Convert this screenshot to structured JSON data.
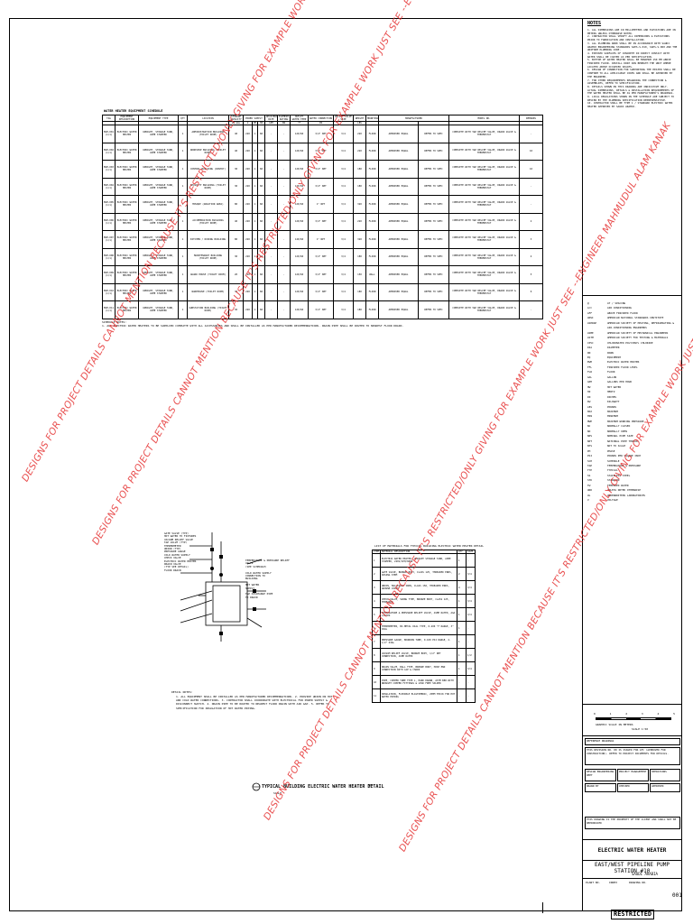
{
  "schedule": {
    "title": "WATER HEATER EQUIPMENT SCHEDULE",
    "headers": [
      "TAG",
      "EQUIPMENT DESCRIPTION",
      "EQUIPMENT TYPE",
      "QTY",
      "LOCATION",
      "STORAGE CAPACITY",
      "POWER SUPPLY",
      "RECOVERY RATE",
      "ELEMENT RATING",
      "OUTLET WATER TEMP",
      "WATER CONNECTION",
      "RELIEF VALVE SIZE",
      "WEIGHT",
      "MOUNTING",
      "MANUFACTURER",
      "MODEL NO.",
      "REMARKS",
      "REF. DRAWING"
    ],
    "subheaders": [
      "US GAL",
      "V",
      "PH",
      "HZ",
      "GPH",
      "KW",
      "°F",
      "IN",
      "LBS"
    ],
    "rows": [
      {
        "tag": "EWH-001 (1/1)",
        "desc": "ELECTRIC WATER HEATER",
        "type": "UPRIGHT, STORAGE TANK, ASME STAMPED",
        "qty": "1",
        "loc": "ADMINISTRATION BUILDING (TOILET ROOM)",
        "cap": "40",
        "v": "220",
        "ph": "1",
        "hz": "60",
        "rate": "-",
        "kw": "-",
        "temp": "120/60",
        "conn": "3/4\" NPT",
        "relief": "3/4",
        "wt": "220",
        "mount": "FLOOR",
        "mfr": "APPROVED EQUAL",
        "model": "REFER TO SPEC",
        "remarks": "COMPLETE WITH T&P RELIEF VALVE, DRAIN VALVE & THERMOSTAT",
        "ref": "-"
      },
      {
        "tag": "EWH-002 (1/1)",
        "desc": "ELECTRIC WATER HEATER",
        "type": "UPRIGHT, STORAGE TANK, ASME STAMPED",
        "qty": "1",
        "loc": "WORKSHOP BUILDING (TOILET ROOM)",
        "cap": "40",
        "v": "220",
        "ph": "1",
        "hz": "60",
        "rate": "-",
        "kw": "-",
        "temp": "120/60",
        "conn": "3/4\" NPT",
        "relief": "3/4",
        "wt": "220",
        "mount": "FLOOR",
        "mfr": "APPROVED EQUAL",
        "model": "REFER TO SPEC",
        "remarks": "COMPLETE WITH T&P RELIEF VALVE, DRAIN VALVE & THERMOSTAT",
        "ref": "10"
      },
      {
        "tag": "EWH-003 (1/1)",
        "desc": "ELECTRIC WATER HEATER",
        "type": "UPRIGHT, STORAGE TANK, ASME STAMPED",
        "qty": "1",
        "loc": "CONTROL BUILDING (PANTRY)",
        "cap": "30",
        "v": "220",
        "ph": "1",
        "hz": "60",
        "rate": "-",
        "kw": "-",
        "temp": "120/60",
        "conn": "3/4\" NPT",
        "relief": "3/4",
        "wt": "180",
        "mount": "FLOOR",
        "mfr": "APPROVED EQUAL",
        "model": "REFER TO SPEC",
        "remarks": "COMPLETE WITH T&P RELIEF VALVE, DRAIN VALVE & THERMOSTAT",
        "ref": "10"
      },
      {
        "tag": "EWH-004 (1/1)",
        "desc": "ELECTRIC WATER HEATER",
        "type": "UPRIGHT, STORAGE TANK, ASME STAMPED",
        "qty": "1",
        "loc": "SECURITY BUILDING (TOILET ROOM)",
        "cap": "30",
        "v": "220",
        "ph": "1",
        "hz": "60",
        "rate": "-",
        "kw": "-",
        "temp": "120/60",
        "conn": "3/4\" NPT",
        "relief": "3/4",
        "wt": "180",
        "mount": "FLOOR",
        "mfr": "APPROVED EQUAL",
        "model": "REFER TO SPEC",
        "remarks": "COMPLETE WITH T&P RELIEF VALVE, DRAIN VALVE & THERMOSTAT",
        "ref": "-"
      },
      {
        "tag": "EWH-005 (1/1)",
        "desc": "ELECTRIC WATER HEATER",
        "type": "UPRIGHT, STORAGE TANK, ASME STAMPED",
        "qty": "1",
        "loc": "MOSQUE (ABLUTION AREA)",
        "cap": "80",
        "v": "220",
        "ph": "1",
        "hz": "60",
        "rate": "-",
        "kw": "-",
        "temp": "120/60",
        "conn": "1\" NPT",
        "relief": "3/4",
        "wt": "320",
        "mount": "FLOOR",
        "mfr": "APPROVED EQUAL",
        "model": "REFER TO SPEC",
        "remarks": "COMPLETE WITH T&P RELIEF VALVE, DRAIN VALVE & THERMOSTAT",
        "ref": "-"
      },
      {
        "tag": "EWH-006 (1/1)",
        "desc": "ELECTRIC WATER HEATER",
        "type": "UPRIGHT, STORAGE TANK, ASME STAMPED",
        "qty": "1",
        "loc": "ACCOMMODATION BUILDING (TOILET ROOM)",
        "cap": "40",
        "v": "220",
        "ph": "1",
        "hz": "60",
        "rate": "-",
        "kw": "-",
        "temp": "120/60",
        "conn": "3/4\" NPT",
        "relief": "3/4",
        "wt": "220",
        "mount": "FLOOR",
        "mfr": "APPROVED EQUAL",
        "model": "REFER TO SPEC",
        "remarks": "COMPLETE WITH T&P RELIEF VALVE, DRAIN VALVE & THERMOSTAT",
        "ref": "2"
      },
      {
        "tag": "EWH-007 (1/1)",
        "desc": "ELECTRIC WATER HEATER",
        "type": "UPRIGHT, STORAGE TANK, ASME STAMPED",
        "qty": "1",
        "loc": "KITCHEN / DINING BUILDING",
        "cap": "80",
        "v": "220",
        "ph": "1",
        "hz": "60",
        "rate": "-",
        "kw": "-",
        "temp": "140/60",
        "conn": "1\" NPT",
        "relief": "3/4",
        "wt": "320",
        "mount": "FLOOR",
        "mfr": "APPROVED EQUAL",
        "model": "REFER TO SPEC",
        "remarks": "COMPLETE WITH T&P RELIEF VALVE, DRAIN VALVE & THERMOSTAT",
        "ref": "3"
      },
      {
        "tag": "EWH-008 (1/1)",
        "desc": "ELECTRIC WATER HEATER",
        "type": "UPRIGHT, STORAGE TANK, ASME STAMPED",
        "qty": "1",
        "loc": "MAINTENANCE BUILDING (TOILET ROOM)",
        "cap": "30",
        "v": "220",
        "ph": "1",
        "hz": "60",
        "rate": "-",
        "kw": "-",
        "temp": "120/60",
        "conn": "3/4\" NPT",
        "relief": "3/4",
        "wt": "180",
        "mount": "FLOOR",
        "mfr": "APPROVED EQUAL",
        "model": "REFER TO SPEC",
        "remarks": "COMPLETE WITH T&P RELIEF VALVE, DRAIN VALVE & THERMOSTAT",
        "ref": "4"
      },
      {
        "tag": "EWH-009 (1/1)",
        "desc": "ELECTRIC WATER HEATER",
        "type": "UPRIGHT, STORAGE TANK, ASME STAMPED",
        "qty": "1",
        "loc": "GUARD HOUSE (TOILET ROOM)",
        "cap": "20",
        "v": "220",
        "ph": "1",
        "hz": "60",
        "rate": "-",
        "kw": "-",
        "temp": "120/60",
        "conn": "3/4\" NPT",
        "relief": "3/4",
        "wt": "150",
        "mount": "WALL",
        "mfr": "APPROVED EQUAL",
        "model": "REFER TO SPEC",
        "remarks": "COMPLETE WITH T&P RELIEF VALVE, DRAIN VALVE & THERMOSTAT",
        "ref": "5"
      },
      {
        "tag": "EWH-010 (1/1)",
        "desc": "ELECTRIC WATER HEATER",
        "type": "UPRIGHT, STORAGE TANK, ASME STAMPED",
        "qty": "1",
        "loc": "WAREHOUSE (TOILET ROOM)",
        "cap": "30",
        "v": "220",
        "ph": "1",
        "hz": "60",
        "rate": "-",
        "kw": "-",
        "temp": "120/60",
        "conn": "3/4\" NPT",
        "relief": "3/4",
        "wt": "180",
        "mount": "FLOOR",
        "mfr": "APPROVED EQUAL",
        "model": "REFER TO SPEC",
        "remarks": "COMPLETE WITH T&P RELIEF VALVE, DRAIN VALVE & THERMOSTAT",
        "ref": "6"
      },
      {
        "tag": "EWH-011 (1/1)",
        "desc": "ELECTRIC WATER HEATER",
        "type": "UPRIGHT, STORAGE TANK, ASME STAMPED",
        "qty": "1",
        "loc": "SUBSTATION BUILDING (TOILET ROOM)",
        "cap": "30",
        "v": "220",
        "ph": "1",
        "hz": "60",
        "rate": "-",
        "kw": "-",
        "temp": "120/60",
        "conn": "3/4\" NPT",
        "relief": "3/4",
        "wt": "180",
        "mount": "FLOOR",
        "mfr": "APPROVED EQUAL",
        "model": "REFER TO SPEC",
        "remarks": "COMPLETE WITH T&P RELIEF VALVE, DRAIN VALVE & THERMOSTAT",
        "ref": "-"
      }
    ],
    "notes_title": "SCHEDULE NOTES:",
    "notes": "1. ALL ELECTRIC WATER HEATERS TO BE SUPPLIED COMPLETE WITH ALL ACCESSORIES AND SHALL BE INSTALLED AS PER MANUFACTURER RECOMMENDATIONS. DRAIN PIPE SHALL BE ROUTED TO NEAREST FLOOR DRAIN."
  },
  "notes": {
    "title": "NOTES",
    "text": "1. ALL DIMENSIONS ARE IN MILLIMETERS AND ELEVATIONS ARE IN METERS UNLESS OTHERWISE NOTED.\n2. CONTRACTOR SHALL VERIFY ALL DIMENSIONS & ELEVATIONS PRIOR TO FABRICATION AND INSTALLATION.\n3. ALL PLUMBING WORK SHALL BE IN ACCORDANCE WITH SAUDI ARAMCO ENGINEERING STANDARDS SAES-S-010, SAES-S-060 AND THE UNIFORM PLUMBING CODE.\n4. EXPOSED SURFACES OF CONCRETE IN DIRECT CONTACT WITH WATER SHALL BE COATED AS PER SPECIFICATION.\n5. BOTTOM OF WATER HEATER SHALL BE MINIMUM 150 MM ABOVE FINISHED FLOOR. INSTALL DRIP PAN BENEATH THE UNIT WHERE LOCATED ABOVE OCCUPIED SPACES.\n6. DESIGN OF CONNECTION FOR SUPPORTING THE HEATER SHALL BE CONFORM TO ALL APPLICABLE CODES AND SHALL BE APPROVED BY THE ENGINEER.\n7. FOR OTHER REQUIREMENTS REGARDING THE CONNECTION & ASSEMBLIES, REFER TO SPECIFICATION.\n8. DETAILS SHOWN ON THIS DRAWING ARE INDICATIVE ONLY. ACTUAL DIMENSIONS, DETAILS & INSTALLATION REQUIREMENTS OF THE WATER HEATER SHALL BE AS PER MANUFACTURER'S DRAWINGS.\n9. LOCAL REGULATIONS SHOWN IN THE SCHEDULE ARE SUBJECT TO REVIEW BY THE PLUMBING SPECIFICATION REPRESENTATIVE.\n10. CONTRACTOR SHALL BE TYPE 1 / STANDARD ELECTRIC WATER HEATER APPROVED BY SAUDI ARAMCO."
  },
  "abbreviations": [
    [
      "@",
      "AT / SPACING"
    ],
    [
      "A/C",
      "AIR CONDITIONING"
    ],
    [
      "AFF",
      "ABOVE FINISHED FLOOR"
    ],
    [
      "ANSI",
      "AMERICAN NATIONAL STANDARDS INSTITUTE"
    ],
    [
      "ASHRAE",
      "AMERICAN SOCIETY OF HEATING, REFRIGERATING & AIR-CONDITIONING ENGINEERS"
    ],
    [
      "ASME",
      "AMERICAN SOCIETY OF MECHANICAL ENGINEERS"
    ],
    [
      "ASTM",
      "AMERICAN SOCIETY FOR TESTING & MATERIALS"
    ],
    [
      "CPVC",
      "CHLORINATED POLYVINYL CHLORIDE"
    ],
    [
      "DIA",
      "DIAMETER"
    ],
    [
      "DN",
      "DOWN"
    ],
    [
      "EQ",
      "EQUIPMENT"
    ],
    [
      "EWH",
      "ELECTRIC WATER HEATER"
    ],
    [
      "FFL",
      "FINISHED FLOOR LEVEL"
    ],
    [
      "FLR",
      "FLOOR"
    ],
    [
      "GAL",
      "GALLON"
    ],
    [
      "GPH",
      "GALLONS PER HOUR"
    ],
    [
      "HW",
      "HOT WATER"
    ],
    [
      "HZ",
      "HERTZ"
    ],
    [
      "IN",
      "INCHES"
    ],
    [
      "KW",
      "KILOWATT"
    ],
    [
      "LBS",
      "POUNDS"
    ],
    [
      "MAX",
      "MAXIMUM"
    ],
    [
      "MIN",
      "MINIMUM"
    ],
    [
      "MWP",
      "MAXIMUM WORKING PRESSURE"
    ],
    [
      "NC",
      "NORMALLY CLOSED"
    ],
    [
      "NO",
      "NORMALLY OPEN"
    ],
    [
      "NPS",
      "NOMINAL PIPE SIZE"
    ],
    [
      "NPT",
      "NATIONAL PIPE THREAD"
    ],
    [
      "NTS",
      "NOT TO SCALE"
    ],
    [
      "PH",
      "PHASE"
    ],
    [
      "PSI",
      "POUNDS PER SQUARE INCH"
    ],
    [
      "SCH",
      "SCHEDULE"
    ],
    [
      "T&P",
      "TEMPERATURE & PRESSURE"
    ],
    [
      "TYP",
      "TYPICAL"
    ],
    [
      "SS",
      "STAINLESS STEEL"
    ],
    [
      "STD",
      "STANDARD"
    ],
    [
      "TW",
      "TEMPERED WATER"
    ],
    [
      "UNO",
      "UNLESS NOTED OTHERWISE"
    ],
    [
      "UL",
      "UNDERWRITERS LABORATORIES"
    ],
    [
      "V",
      "VOLTAGE"
    ]
  ],
  "scale": {
    "nums": [
      "0",
      "1",
      "2",
      "3",
      "4",
      "5"
    ],
    "label": "GRAPHIC SCALE IN METERS",
    "value": "SCALE  1:50"
  },
  "titleblock": {
    "ref_label": "REFERENCE DRAWINGS",
    "revision_text": "THIS REVISION NO. 00 IS ISSUED FOR AFC (APPROVED FOR CONSTRUCTION). REFER TO PROJECT DOCUMENTS FOR DETAILS.",
    "disc1": "DESIGN ENGINEERING DEPT",
    "disc2": "PROJECT MANAGEMENT",
    "disc3": "OPERATIONS",
    "drawn": "DRAWN BY",
    "checked": "CHECKED",
    "approved": "APPROVED",
    "client_note": "THIS DRAWING IS THE PROPERTY OF THE CLIENT AND SHALL NOT BE REPRODUCED",
    "drawing_title": "ELECTRIC WATER HEATER",
    "project": "EAST/WEST PIPELINE PUMP STATION #10",
    "country": "SAUDI ARABIA",
    "plant_no": "PLANT NO.",
    "index": "INDEX",
    "drawing_no": "DRAWING NO.",
    "sheet": "001",
    "restricted": "RESTRICTED"
  },
  "detail": {
    "caption": "TYPICAL BUILDING ELECTRIC WATER HEATER DETAIL",
    "scale": "SCALE",
    "nts": "NTS",
    "notes_title": "DETAIL NOTES:",
    "notes": "1. ALL EQUIPMENT SHALL BE INSTALLED AS PER MANUFACTURER RECOMMENDATIONS. 2. PROVIDE UNION ON HOT AND COLD WATER CONNECTIONS. 3. CONTRACTOR SHALL COORDINATE WITH ELECTRICAL FOR POWER SUPPLY & DISCONNECT SWITCH. 4. DRAIN PIPE TO BE ROUTED TO NEAREST FLOOR DRAIN WITH AIR GAP. 5. REFER TO SPECIFICATION FOR INSULATION OF HOT WATER PIPING.",
    "callouts_left": "GATE VALVE (TYP)\nHOT WATER TO FIXTURES\nVACUUM RELIEF VALVE\nT&P VALVE (TYP)\nTHERMOMETER\nUNION (TYP)\nPRESSURE GAUGE\nCOLD WATER SUPPLY\nCHECK VALVE\nELECTRIC WATER HEATER\nDRAIN VALVE\n(TYP SEE DETAIL)\nFLOOR DRAIN",
    "callouts_right": "TEMPERATURE & PRESSURE RELIEF VALVE\n(SEE SCHEDULE)\n\nCOLD WATER SUPPLY\nCONNECTION TO\nBUILDING\n\nHOT WATER\nSUPPLY\n\nT&P DISCHARGE PIPE\nTO DRAIN"
  },
  "valves": {
    "title": "LIST OF MATERIALS FOR TYPICAL BUILDING ELECTRIC WATER HEATER DETAIL",
    "headers": [
      "ITEM",
      "MATERIAL DESCRIPTION",
      "QTY",
      "SIZE"
    ],
    "rows": [
      [
        "1",
        "ELECTRIC WATER HEATER, UPRIGHT STORAGE TANK, ASME STAMPED, 220V/1PH/60HZ",
        "1",
        "-"
      ],
      [
        "2",
        "GATE VALVE, BRONZE BODY, CLASS 125, THREADED ENDS, RISING STEM",
        "2",
        "3/4"
      ],
      [
        "3",
        "UNION, MALLEABLE IRON, CLASS 150, THREADED ENDS, GROUND JOINT",
        "4",
        "3/4"
      ],
      [
        "4",
        "CHECK VALVE, SWING TYPE, BRONZE BODY, CLASS 125, THREADED",
        "1",
        "3/4"
      ],
      [
        "5",
        "TEMPERATURE & PRESSURE RELIEF VALVE, ASME RATED, AGA LISTED",
        "1",
        "3/4"
      ],
      [
        "6",
        "THERMOMETER, BI-METAL DIAL TYPE, 0-200 °F RANGE, 3\" DIAL",
        "1",
        "-"
      ],
      [
        "7",
        "PRESSURE GAUGE, BOURDON TUBE, 0-100 PSI RANGE, 2-1/2\" DIAL",
        "1",
        "-"
      ],
      [
        "8",
        "VACUUM RELIEF VALVE, BRONZE BODY, 1/2\" NPT CONNECTION, ASME RATED",
        "1",
        "1/2"
      ],
      [
        "9",
        "DRAIN VALVE, BALL TYPE, BRONZE BODY, HOSE END CONNECTION WITH CAP & CHAIN",
        "1",
        "3/4"
      ],
      [
        "10",
        "PIPE, COPPER TUBE TYPE L, HARD DRAWN, ASTM B88 WITH WROUGHT COPPER FITTINGS & LEAD FREE SOLDER",
        "-",
        "-"
      ],
      [
        "11",
        "INSULATION, FLEXIBLE ELASTOMERIC, 25MM THICK FOR HOT WATER PIPING",
        "-",
        "-"
      ]
    ]
  },
  "watermark_text": "DESIGNS FOR PROJECT DETAILS CANNOT MENTION BECAUSE IT'S RESTRICTED/ONLY GIVING FOR EXAMPLE WORK JUST SEE --ENGINEER MAHMUDUL ALAM KANAK"
}
